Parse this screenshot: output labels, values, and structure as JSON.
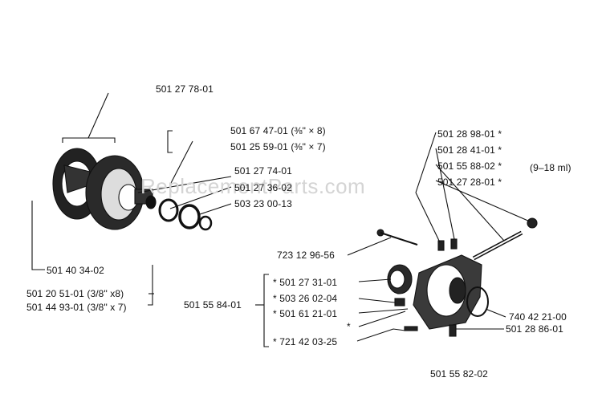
{
  "watermark": "ReplacementParts.com",
  "labels": {
    "clutch_assembly": "501 27 78-01",
    "pn_67_47_01": "501 67 47-01 (⅜\" × 8)",
    "pn_25_59_01": "501 25 59-01 (⅜\" × 7)",
    "pn_27_74_01": "501 27 74-01",
    "pn_27_36_02": "501 27 36-02",
    "pn_23_00_13": "503 23 00-13",
    "pn_40_34_02": "501 40 34-02",
    "pn_20_51_01": "501 20 51-01 (3/8\" x8)",
    "pn_44_93_01": "501 44 93-01 (3/8\" x 7)",
    "pn_28_98_01": "501 28 98-01 *",
    "pn_28_41_01": "501 28 41-01 *",
    "pn_55_88_02": "501 55 88-02 *",
    "oil_volume": "(9–18 ml)",
    "pn_27_28_01": "501 27 28-01 *",
    "pn_723_12_96_56": "723 12 96-56",
    "pn_55_84_01": "501 55 84-01",
    "pn_27_31_01": "* 501 27 31-01",
    "pn_26_02_04": "* 503 26 02-04",
    "pn_61_21_01": "* 501 61 21-01",
    "asterisk": "*",
    "pn_721_42_03_25": "* 721 42 03-25",
    "pn_740_42_21_00": "740 42 21-00",
    "pn_28_86_01": "501 28 86-01",
    "pn_55_82_02": "501 55 82-02"
  }
}
